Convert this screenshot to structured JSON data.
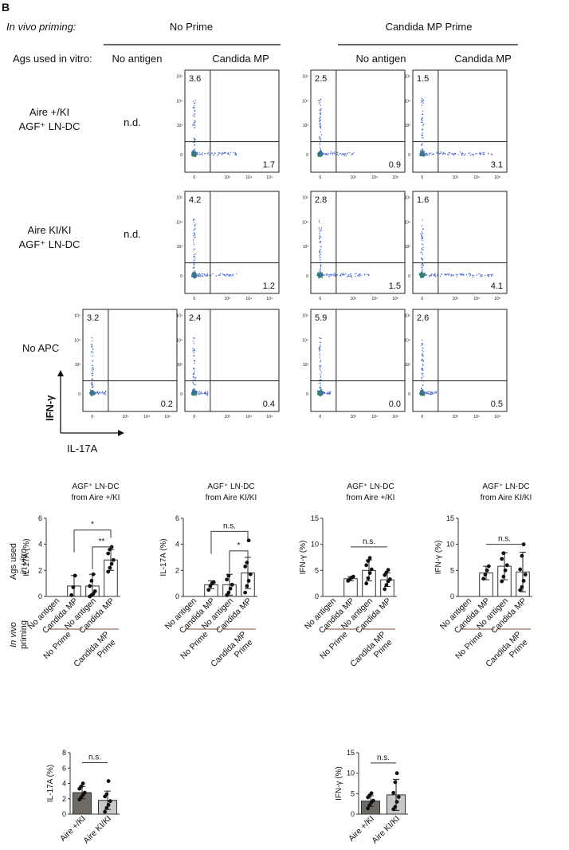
{
  "panel_letter": "B",
  "header": {
    "priming_label": "In vivo priming:",
    "ags_label": "Ags used in vitro:",
    "group_no_prime": "No Prime",
    "group_candida_prime": "Candida MP Prime",
    "col_labels": [
      "No antigen",
      "Candida MP",
      "No antigen",
      "Candida MP"
    ]
  },
  "row_labels": [
    [
      "Aire +/KI",
      "AGF⁺ LN-DC"
    ],
    [
      "Aire KI/KI",
      "AGF⁺ LN-DC"
    ],
    [
      "No APC"
    ]
  ],
  "flow": {
    "not_done": "n.d.",
    "x_axis_label": "IL-17A",
    "y_axis_label": "IFN-γ",
    "tick_y": [
      "10⁵",
      "10⁴",
      "10³",
      "0"
    ],
    "tick_x": [
      "0",
      "10³",
      "10⁴",
      "10⁵"
    ],
    "plots": [
      {
        "row": 0,
        "col": 1,
        "ul": "3.6",
        "lr": "1.7",
        "spread": 0.6
      },
      {
        "row": 0,
        "col": 2,
        "ul": "2.5",
        "lr": "0.9",
        "spread": 0.5
      },
      {
        "row": 0,
        "col": 3,
        "ul": "1.5",
        "lr": "3.1",
        "spread": 1.0
      },
      {
        "row": 1,
        "col": 1,
        "ul": "4.2",
        "lr": "1.2",
        "spread": 0.6
      },
      {
        "row": 1,
        "col": 2,
        "ul": "2.8",
        "lr": "1.5",
        "spread": 0.7
      },
      {
        "row": 1,
        "col": 3,
        "ul": "1.6",
        "lr": "4.1",
        "spread": 1.0
      },
      {
        "row": 2,
        "col": 0,
        "ul": "3.2",
        "lr": "0.2",
        "spread": 0.2
      },
      {
        "row": 2,
        "col": 1,
        "ul": "2.4",
        "lr": "0.4",
        "spread": 0.2
      },
      {
        "row": 2,
        "col": 2,
        "ul": "5.9",
        "lr": "0.0",
        "spread": 0.15
      },
      {
        "row": 2,
        "col": 3,
        "ul": "2.6",
        "lr": "0.5",
        "spread": 0.2
      }
    ]
  },
  "summary": {
    "ags_used_label": [
      "Ags used",
      "in vitro"
    ],
    "in_vivo_label": [
      "In vivo",
      "priming"
    ],
    "group_labels": [
      "No Prime",
      [
        "Candida MP",
        "Prime"
      ]
    ]
  },
  "chart_data": [
    {
      "type": "bar",
      "title": [
        "AGF⁺ LN-DC",
        "from Aire +/KI"
      ],
      "ylabel": "IL-17A (%)",
      "ylim": [
        0,
        6
      ],
      "yticks": [
        "0",
        "2",
        "4",
        "6"
      ],
      "categories": [
        "No antigen",
        "Candida MP",
        "No antigen",
        "Candida MP"
      ],
      "values": [
        null,
        0.8,
        0.8,
        2.8
      ],
      "errors": [
        null,
        0.8,
        0.9,
        0.8
      ],
      "points": [
        [],
        [
          0.1,
          0.7,
          1.6
        ],
        [
          0.0,
          0.1,
          0.2,
          0.4,
          0.8,
          1.2,
          1.7
        ],
        [
          1.9,
          2.2,
          2.5,
          2.8,
          3.3,
          3.6,
          3.8
        ]
      ],
      "bar_color": "#ffffff",
      "significance": [
        {
          "from": 2,
          "to": 3,
          "label": "**",
          "level": 3.8
        },
        {
          "from": 1,
          "to": 3,
          "label": "*",
          "level": 5.1
        }
      ]
    },
    {
      "type": "bar",
      "title": [
        "AGF⁺ LN-DC",
        "from Aire KI/KI"
      ],
      "ylabel": "IL-17A (%)",
      "ylim": [
        0,
        6
      ],
      "yticks": [
        "0",
        "2",
        "4",
        "6"
      ],
      "categories": [
        "No antigen",
        "Candida MP",
        "No antigen",
        "Candida MP"
      ],
      "values": [
        null,
        0.9,
        0.9,
        1.8
      ],
      "errors": [
        null,
        0.3,
        0.8,
        1.2
      ],
      "points": [
        [],
        [
          0.5,
          0.8,
          1.0,
          1.1
        ],
        [
          0.1,
          0.3,
          0.6,
          0.9,
          1.3,
          1.6
        ],
        [
          0.3,
          0.8,
          1.2,
          1.7,
          2.3,
          2.6,
          4.3
        ]
      ],
      "bar_color": "#ffffff",
      "significance": [
        {
          "from": 2,
          "to": 3,
          "label": "*",
          "level": 3.5
        },
        {
          "from": 1,
          "to": 3,
          "label": "n.s.",
          "level": 5.0
        }
      ]
    },
    {
      "type": "bar",
      "title": [
        "AGF⁺ LN-DC",
        "from Aire +/KI"
      ],
      "ylabel": "IFN-γ (%)",
      "ylim": [
        0,
        15
      ],
      "yticks": [
        "0",
        "5",
        "10",
        "15"
      ],
      "categories": [
        "No antigen",
        "Candida MP",
        "No antigen",
        "Candida MP"
      ],
      "values": [
        null,
        3.4,
        5.0,
        3.2
      ],
      "errors": [
        null,
        0.4,
        2.0,
        1.3
      ],
      "points": [
        [],
        [
          3.0,
          3.3,
          3.6,
          3.8
        ],
        [
          2.5,
          3.5,
          4.5,
          5.2,
          6.0,
          6.8,
          7.4
        ],
        [
          1.4,
          2.2,
          2.9,
          3.3,
          4.1,
          4.6,
          5.1
        ]
      ],
      "bar_color": "#ffffff",
      "significance": [
        {
          "from": 1,
          "to": 3,
          "label": "n.s.",
          "level": 9.5
        }
      ]
    },
    {
      "type": "bar",
      "title": [
        "AGF⁺ LN-DC",
        "from Aire KI/KI"
      ],
      "ylabel": "IFN-γ (%)",
      "ylim": [
        0,
        15
      ],
      "yticks": [
        "0",
        "5",
        "10",
        "15"
      ],
      "categories": [
        "No antigen",
        "Candida MP",
        "No antigen",
        "Candida MP"
      ],
      "values": [
        null,
        4.5,
        5.8,
        4.7
      ],
      "errors": [
        null,
        1.3,
        2.6,
        3.8
      ],
      "points": [
        [],
        [
          3.4,
          4.2,
          5.0,
          5.8
        ],
        [
          2.9,
          3.8,
          5.0,
          6.0,
          7.2,
          8.3
        ],
        [
          1.2,
          1.8,
          3.0,
          4.2,
          5.2,
          7.8,
          10.0
        ]
      ],
      "bar_color": "#ffffff",
      "significance": [
        {
          "from": 1,
          "to": 3,
          "label": "n.s.",
          "level": 10.0
        }
      ]
    },
    {
      "type": "bar",
      "title": [],
      "ylabel": "IL-17A (%)",
      "ylim": [
        0,
        8
      ],
      "yticks": [
        "0",
        "2",
        "4",
        "6",
        "8"
      ],
      "categories": [
        "Aire +/KI",
        "Aire KI/KI"
      ],
      "values": [
        2.8,
        1.8
      ],
      "errors": [
        0.8,
        1.2
      ],
      "points": [
        [
          1.9,
          2.2,
          2.5,
          2.8,
          3.3,
          3.6,
          4.0
        ],
        [
          0.3,
          0.8,
          1.2,
          1.7,
          2.3,
          2.6,
          4.3
        ]
      ],
      "bar_colors": [
        "#6f6a64",
        "#c8c8c8"
      ],
      "significance": [
        {
          "from": 0,
          "to": 1,
          "label": "n.s.",
          "level": 6.7
        }
      ]
    },
    {
      "type": "bar",
      "title": [],
      "ylabel": "IFN-γ (%)",
      "ylim": [
        0,
        15
      ],
      "yticks": [
        "0",
        "5",
        "10",
        "15"
      ],
      "categories": [
        "Aire +/KI",
        "Aire KI/KI"
      ],
      "values": [
        3.2,
        4.7
      ],
      "errors": [
        1.3,
        3.8
      ],
      "points": [
        [
          1.4,
          2.2,
          2.9,
          3.3,
          4.1,
          4.6,
          5.1
        ],
        [
          1.2,
          1.8,
          3.0,
          4.2,
          5.2,
          7.8,
          10.0
        ]
      ],
      "bar_colors": [
        "#6f6a64",
        "#c8c8c8"
      ],
      "significance": [
        {
          "from": 0,
          "to": 1,
          "label": "n.s.",
          "level": 12.5
        }
      ]
    }
  ]
}
